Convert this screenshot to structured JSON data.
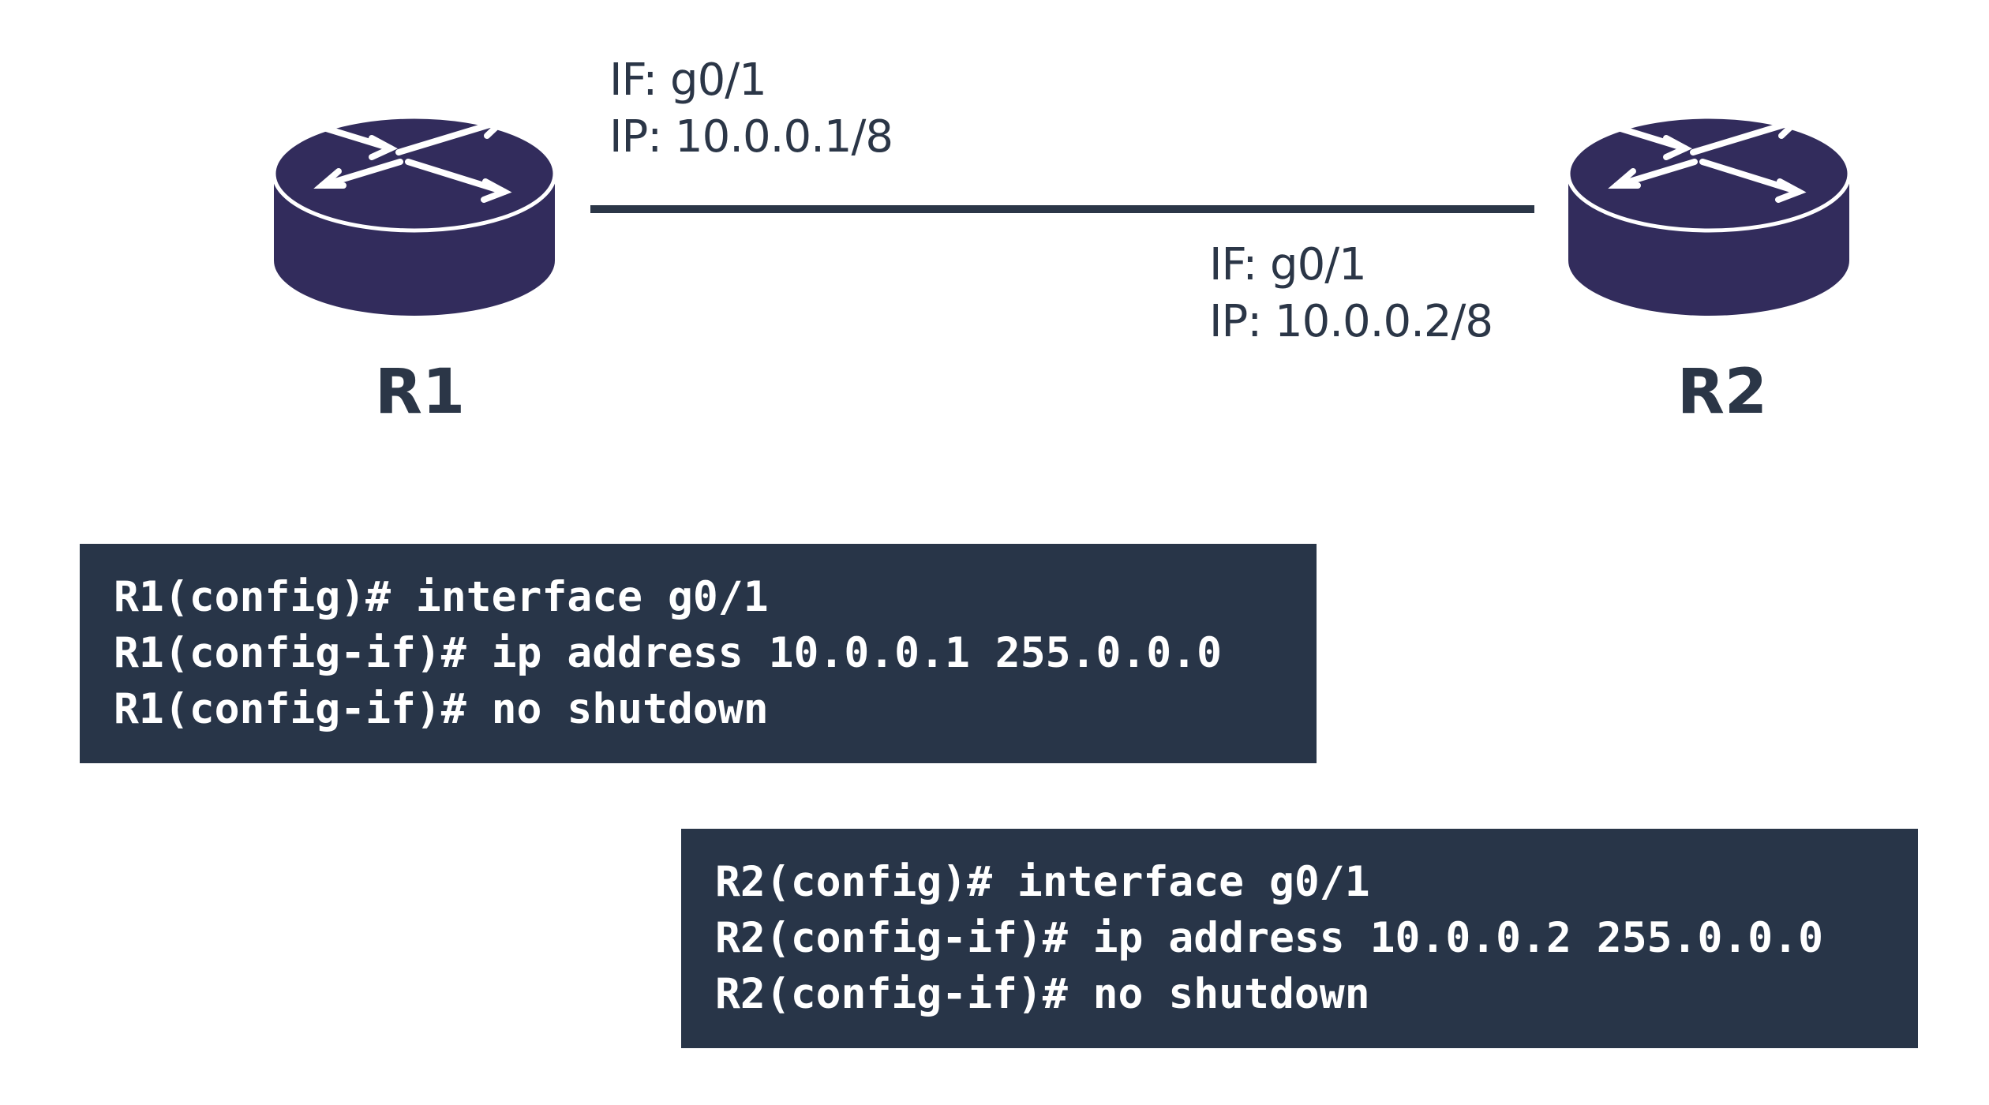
{
  "routers": {
    "r1": {
      "name": "R1",
      "interface": "IF: g0/1",
      "ip": "IP: 10.0.0.1/8"
    },
    "r2": {
      "name": "R2",
      "interface": "IF: g0/1",
      "ip": "IP: 10.0.0.2/8"
    }
  },
  "colors": {
    "router_body": "#322c5c",
    "router_ring": "#ffffff",
    "text": "#2b3647",
    "cli_background": "#283548",
    "cli_text": "#ffffff"
  },
  "icons": [
    "router-icon",
    "router-icon"
  ],
  "cli": {
    "r1": [
      "R1(config)# interface g0/1",
      "R1(config-if)# ip address 10.0.0.1 255.0.0.0",
      "R1(config-if)# no shutdown"
    ],
    "r2": [
      "R2(config)# interface g0/1",
      "R2(config-if)# ip address 10.0.0.2 255.0.0.0",
      "R2(config-if)# no shutdown"
    ]
  }
}
